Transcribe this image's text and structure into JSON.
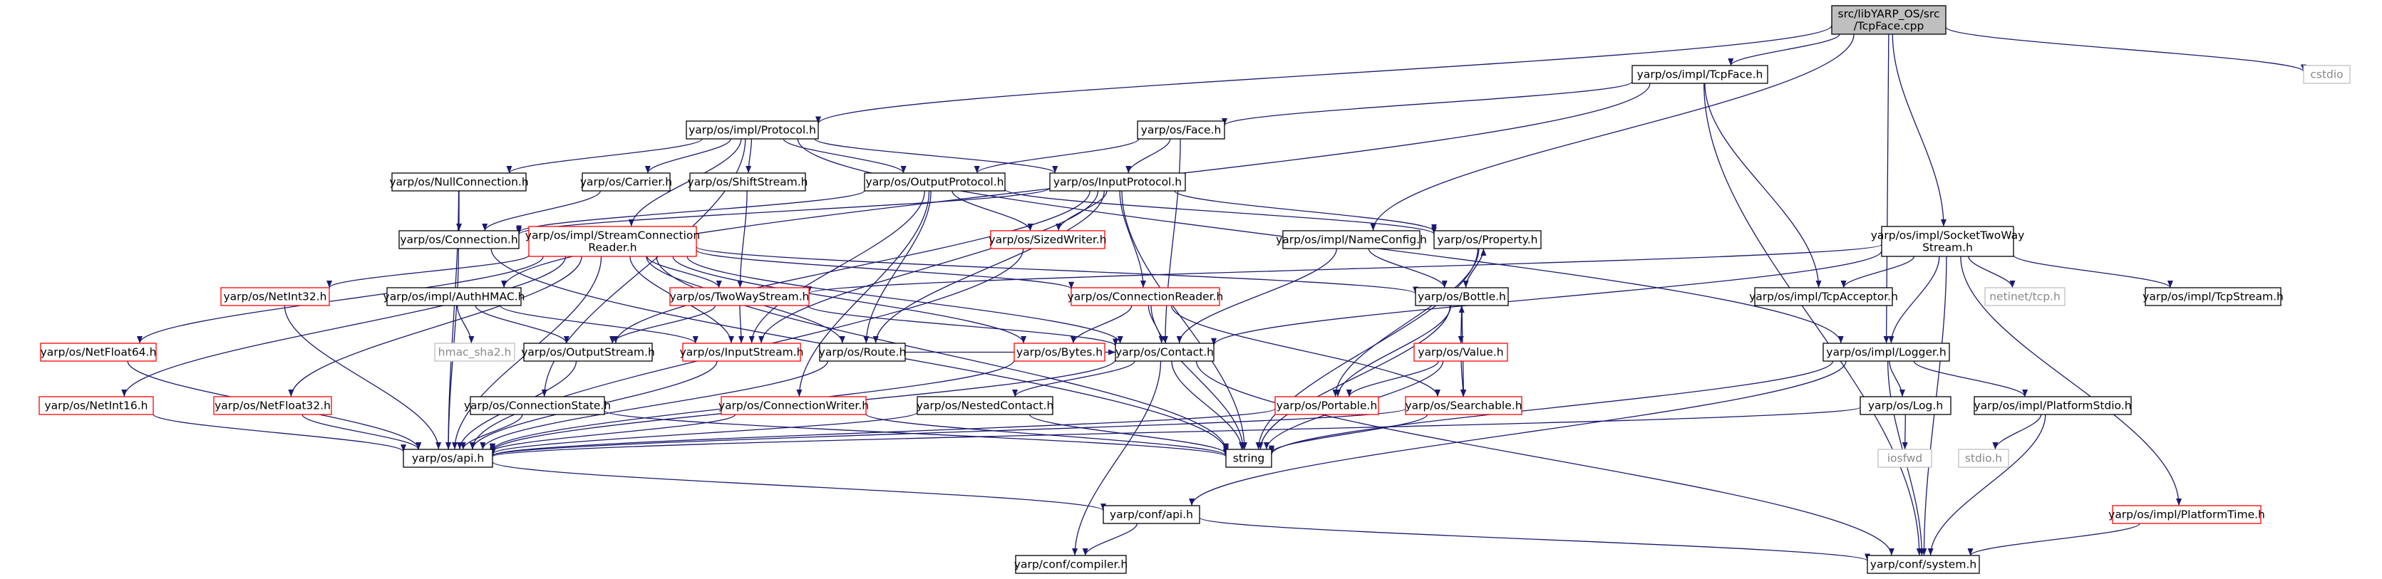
{
  "graph": {
    "title": "src/libYARP_OS/src/TcpFace.cpp",
    "colors": {
      "edge": "#191970",
      "root_fill": "#bfbfbf",
      "normal_border": "#000000",
      "red_border": "#ff0000",
      "dim_border": "#bfbfbf",
      "dim_text": "#888888"
    },
    "nodes": [
      {
        "id": "root",
        "lines": [
          "src/libYARP_OS/src",
          "/TcpFace.cpp"
        ],
        "style": "root"
      },
      {
        "id": "tcpface",
        "lines": [
          "yarp/os/impl/TcpFace.h"
        ],
        "style": "normal"
      },
      {
        "id": "cstdio",
        "lines": [
          "cstdio"
        ],
        "style": "dim"
      },
      {
        "id": "protocol",
        "lines": [
          "yarp/os/impl/Protocol.h"
        ],
        "style": "normal"
      },
      {
        "id": "face",
        "lines": [
          "yarp/os/Face.h"
        ],
        "style": "normal"
      },
      {
        "id": "nullconn",
        "lines": [
          "yarp/os/NullConnection.h"
        ],
        "style": "normal"
      },
      {
        "id": "carrier",
        "lines": [
          "yarp/os/Carrier.h"
        ],
        "style": "normal"
      },
      {
        "id": "shiftstream",
        "lines": [
          "yarp/os/ShiftStream.h"
        ],
        "style": "normal"
      },
      {
        "id": "outputproto",
        "lines": [
          "yarp/os/OutputProtocol.h"
        ],
        "style": "normal"
      },
      {
        "id": "inputproto",
        "lines": [
          "yarp/os/InputProtocol.h"
        ],
        "style": "normal"
      },
      {
        "id": "connection",
        "lines": [
          "yarp/os/Connection.h"
        ],
        "style": "normal"
      },
      {
        "id": "sizedwriter",
        "lines": [
          "yarp/os/SizedWriter.h"
        ],
        "style": "red"
      },
      {
        "id": "streamconnreader",
        "lines": [
          "yarp/os/impl/StreamConnection",
          "Reader.h"
        ],
        "style": "red"
      },
      {
        "id": "nameconfig",
        "lines": [
          "yarp/os/impl/NameConfig.h"
        ],
        "style": "normal"
      },
      {
        "id": "property",
        "lines": [
          "yarp/os/Property.h"
        ],
        "style": "normal"
      },
      {
        "id": "sockettwoway",
        "lines": [
          "yarp/os/impl/SocketTwoWay",
          "Stream.h"
        ],
        "style": "normal"
      },
      {
        "id": "netint32",
        "lines": [
          "yarp/os/NetInt32.h"
        ],
        "style": "red"
      },
      {
        "id": "authhmac",
        "lines": [
          "yarp/os/impl/AuthHMAC.h"
        ],
        "style": "normal"
      },
      {
        "id": "twowaystream",
        "lines": [
          "yarp/os/TwoWayStream.h"
        ],
        "style": "red"
      },
      {
        "id": "connreader",
        "lines": [
          "yarp/os/ConnectionReader.h"
        ],
        "style": "red"
      },
      {
        "id": "bottle",
        "lines": [
          "yarp/os/Bottle.h"
        ],
        "style": "normal"
      },
      {
        "id": "tcpacceptor",
        "lines": [
          "yarp/os/impl/TcpAcceptor.h"
        ],
        "style": "normal"
      },
      {
        "id": "netinettcp",
        "lines": [
          "netinet/tcp.h"
        ],
        "style": "dim"
      },
      {
        "id": "tcpstream",
        "lines": [
          "yarp/os/impl/TcpStream.h"
        ],
        "style": "normal"
      },
      {
        "id": "netfloat64",
        "lines": [
          "yarp/os/NetFloat64.h"
        ],
        "style": "red"
      },
      {
        "id": "hmacsha2",
        "lines": [
          "hmac_sha2.h"
        ],
        "style": "dim"
      },
      {
        "id": "outputstream",
        "lines": [
          "yarp/os/OutputStream.h"
        ],
        "style": "normal"
      },
      {
        "id": "inputstream",
        "lines": [
          "yarp/os/InputStream.h"
        ],
        "style": "red"
      },
      {
        "id": "route",
        "lines": [
          "yarp/os/Route.h"
        ],
        "style": "normal"
      },
      {
        "id": "bytes",
        "lines": [
          "yarp/os/Bytes.h"
        ],
        "style": "red"
      },
      {
        "id": "contact",
        "lines": [
          "yarp/os/Contact.h"
        ],
        "style": "normal"
      },
      {
        "id": "value",
        "lines": [
          "yarp/os/Value.h"
        ],
        "style": "red"
      },
      {
        "id": "logger",
        "lines": [
          "yarp/os/impl/Logger.h"
        ],
        "style": "normal"
      },
      {
        "id": "netint16",
        "lines": [
          "yarp/os/NetInt16.h"
        ],
        "style": "red"
      },
      {
        "id": "netfloat32",
        "lines": [
          "yarp/os/NetFloat32.h"
        ],
        "style": "red"
      },
      {
        "id": "connstate",
        "lines": [
          "yarp/os/ConnectionState.h"
        ],
        "style": "normal"
      },
      {
        "id": "connwriter",
        "lines": [
          "yarp/os/ConnectionWriter.h"
        ],
        "style": "red"
      },
      {
        "id": "nestedcontact",
        "lines": [
          "yarp/os/NestedContact.h"
        ],
        "style": "normal"
      },
      {
        "id": "portable",
        "lines": [
          "yarp/os/Portable.h"
        ],
        "style": "red"
      },
      {
        "id": "searchable",
        "lines": [
          "yarp/os/Searchable.h"
        ],
        "style": "red"
      },
      {
        "id": "log",
        "lines": [
          "yarp/os/Log.h"
        ],
        "style": "normal"
      },
      {
        "id": "platformstdio",
        "lines": [
          "yarp/os/impl/PlatformStdio.h"
        ],
        "style": "normal"
      },
      {
        "id": "api",
        "lines": [
          "yarp/os/api.h"
        ],
        "style": "normal"
      },
      {
        "id": "string",
        "lines": [
          "string"
        ],
        "style": "normal"
      },
      {
        "id": "iosfwd",
        "lines": [
          "iosfwd"
        ],
        "style": "dim"
      },
      {
        "id": "stdio",
        "lines": [
          "stdio.h"
        ],
        "style": "dim"
      },
      {
        "id": "confapi",
        "lines": [
          "yarp/conf/api.h"
        ],
        "style": "normal"
      },
      {
        "id": "platformtime",
        "lines": [
          "yarp/os/impl/PlatformTime.h"
        ],
        "style": "red"
      },
      {
        "id": "compiler",
        "lines": [
          "yarp/conf/compiler.h"
        ],
        "style": "normal"
      },
      {
        "id": "system",
        "lines": [
          "yarp/conf/system.h"
        ],
        "style": "normal"
      }
    ],
    "edges": [
      [
        "root",
        "tcpface"
      ],
      [
        "root",
        "cstdio"
      ],
      [
        "root",
        "protocol"
      ],
      [
        "root",
        "nameconfig"
      ],
      [
        "root",
        "sockettwoway"
      ],
      [
        "root",
        "logger"
      ],
      [
        "tcpface",
        "face"
      ],
      [
        "tcpface",
        "authhmac"
      ],
      [
        "tcpface",
        "tcpacceptor"
      ],
      [
        "tcpface",
        "system"
      ],
      [
        "protocol",
        "nullconn"
      ],
      [
        "protocol",
        "carrier"
      ],
      [
        "protocol",
        "shiftstream"
      ],
      [
        "protocol",
        "outputproto"
      ],
      [
        "protocol",
        "inputproto"
      ],
      [
        "protocol",
        "streamconnreader"
      ],
      [
        "protocol",
        "logger"
      ],
      [
        "protocol",
        "connstate"
      ],
      [
        "face",
        "outputproto"
      ],
      [
        "face",
        "inputproto"
      ],
      [
        "face",
        "contact"
      ],
      [
        "nullconn",
        "connection"
      ],
      [
        "nullconn",
        "api"
      ],
      [
        "carrier",
        "connection"
      ],
      [
        "shiftstream",
        "twowaystream"
      ],
      [
        "outputproto",
        "connection"
      ],
      [
        "outputproto",
        "sizedwriter"
      ],
      [
        "outputproto",
        "inputstream"
      ],
      [
        "outputproto",
        "route"
      ],
      [
        "outputproto",
        "connwriter"
      ],
      [
        "outputproto",
        "property"
      ],
      [
        "inputproto",
        "connection"
      ],
      [
        "inputproto",
        "sizedwriter"
      ],
      [
        "inputproto",
        "connreader"
      ],
      [
        "inputproto",
        "property"
      ],
      [
        "inputproto",
        "route"
      ],
      [
        "inputproto",
        "inputstream"
      ],
      [
        "inputproto",
        "outputstream"
      ],
      [
        "inputproto",
        "string"
      ],
      [
        "connection",
        "api"
      ],
      [
        "connection",
        "string"
      ],
      [
        "sizedwriter",
        "api"
      ],
      [
        "streamconnreader",
        "netint32"
      ],
      [
        "streamconnreader",
        "netfloat64"
      ],
      [
        "streamconnreader",
        "netint16"
      ],
      [
        "streamconnreader",
        "netfloat32"
      ],
      [
        "streamconnreader",
        "twowaystream"
      ],
      [
        "streamconnreader",
        "inputstream"
      ],
      [
        "streamconnreader",
        "route"
      ],
      [
        "streamconnreader",
        "bytes"
      ],
      [
        "streamconnreader",
        "contact"
      ],
      [
        "streamconnreader",
        "connreader"
      ],
      [
        "streamconnreader",
        "bottle"
      ],
      [
        "streamconnreader",
        "api"
      ],
      [
        "streamconnreader",
        "string"
      ],
      [
        "nameconfig",
        "bottle"
      ],
      [
        "nameconfig",
        "contact"
      ],
      [
        "property",
        "bottle"
      ],
      [
        "property",
        "portable"
      ],
      [
        "property",
        "string"
      ],
      [
        "sockettwoway",
        "twowaystream"
      ],
      [
        "sockettwoway",
        "tcpacceptor"
      ],
      [
        "sockettwoway",
        "netinettcp"
      ],
      [
        "sockettwoway",
        "tcpstream"
      ],
      [
        "sockettwoway",
        "logger"
      ],
      [
        "sockettwoway",
        "platformtime"
      ],
      [
        "sockettwoway",
        "contact"
      ],
      [
        "sockettwoway",
        "system"
      ],
      [
        "netint32",
        "api"
      ],
      [
        "authhmac",
        "hmacsha2"
      ],
      [
        "authhmac",
        "outputstream"
      ],
      [
        "authhmac",
        "inputstream"
      ],
      [
        "twowaystream",
        "outputstream"
      ],
      [
        "twowaystream",
        "inputstream"
      ],
      [
        "twowaystream",
        "contact"
      ],
      [
        "connreader",
        "bytes"
      ],
      [
        "connreader",
        "contact"
      ],
      [
        "connreader",
        "searchable"
      ],
      [
        "connreader",
        "string"
      ],
      [
        "bottle",
        "property"
      ],
      [
        "bottle",
        "value"
      ],
      [
        "bottle",
        "portable"
      ],
      [
        "bottle",
        "searchable"
      ],
      [
        "bottle",
        "string"
      ],
      [
        "netfloat64",
        "api"
      ],
      [
        "outputstream",
        "api"
      ],
      [
        "inputstream",
        "api"
      ],
      [
        "route",
        "contact"
      ],
      [
        "route",
        "api"
      ],
      [
        "bytes",
        "api"
      ],
      [
        "contact",
        "nestedcontact"
      ],
      [
        "contact",
        "api"
      ],
      [
        "contact",
        "string"
      ],
      [
        "contact",
        "compiler"
      ],
      [
        "contact",
        "system"
      ],
      [
        "value",
        "bottle"
      ],
      [
        "value",
        "portable"
      ],
      [
        "value",
        "searchable"
      ],
      [
        "value",
        "string"
      ],
      [
        "logger",
        "log"
      ],
      [
        "logger",
        "platformstdio"
      ],
      [
        "logger",
        "confapi"
      ],
      [
        "logger",
        "string"
      ],
      [
        "logger",
        "system"
      ],
      [
        "netint16",
        "api"
      ],
      [
        "netfloat32",
        "api"
      ],
      [
        "connstate",
        "api"
      ],
      [
        "connstate",
        "string"
      ],
      [
        "connwriter",
        "api"
      ],
      [
        "connwriter",
        "string"
      ],
      [
        "nestedcontact",
        "api"
      ],
      [
        "nestedcontact",
        "string"
      ],
      [
        "portable",
        "api"
      ],
      [
        "searchable",
        "api"
      ],
      [
        "searchable",
        "string"
      ],
      [
        "log",
        "iosfwd"
      ],
      [
        "log",
        "api"
      ],
      [
        "platformstdio",
        "stdio"
      ],
      [
        "platformstdio",
        "system"
      ],
      [
        "api",
        "confapi"
      ],
      [
        "confapi",
        "compiler"
      ],
      [
        "confapi",
        "system"
      ],
      [
        "platformtime",
        "system"
      ]
    ]
  }
}
